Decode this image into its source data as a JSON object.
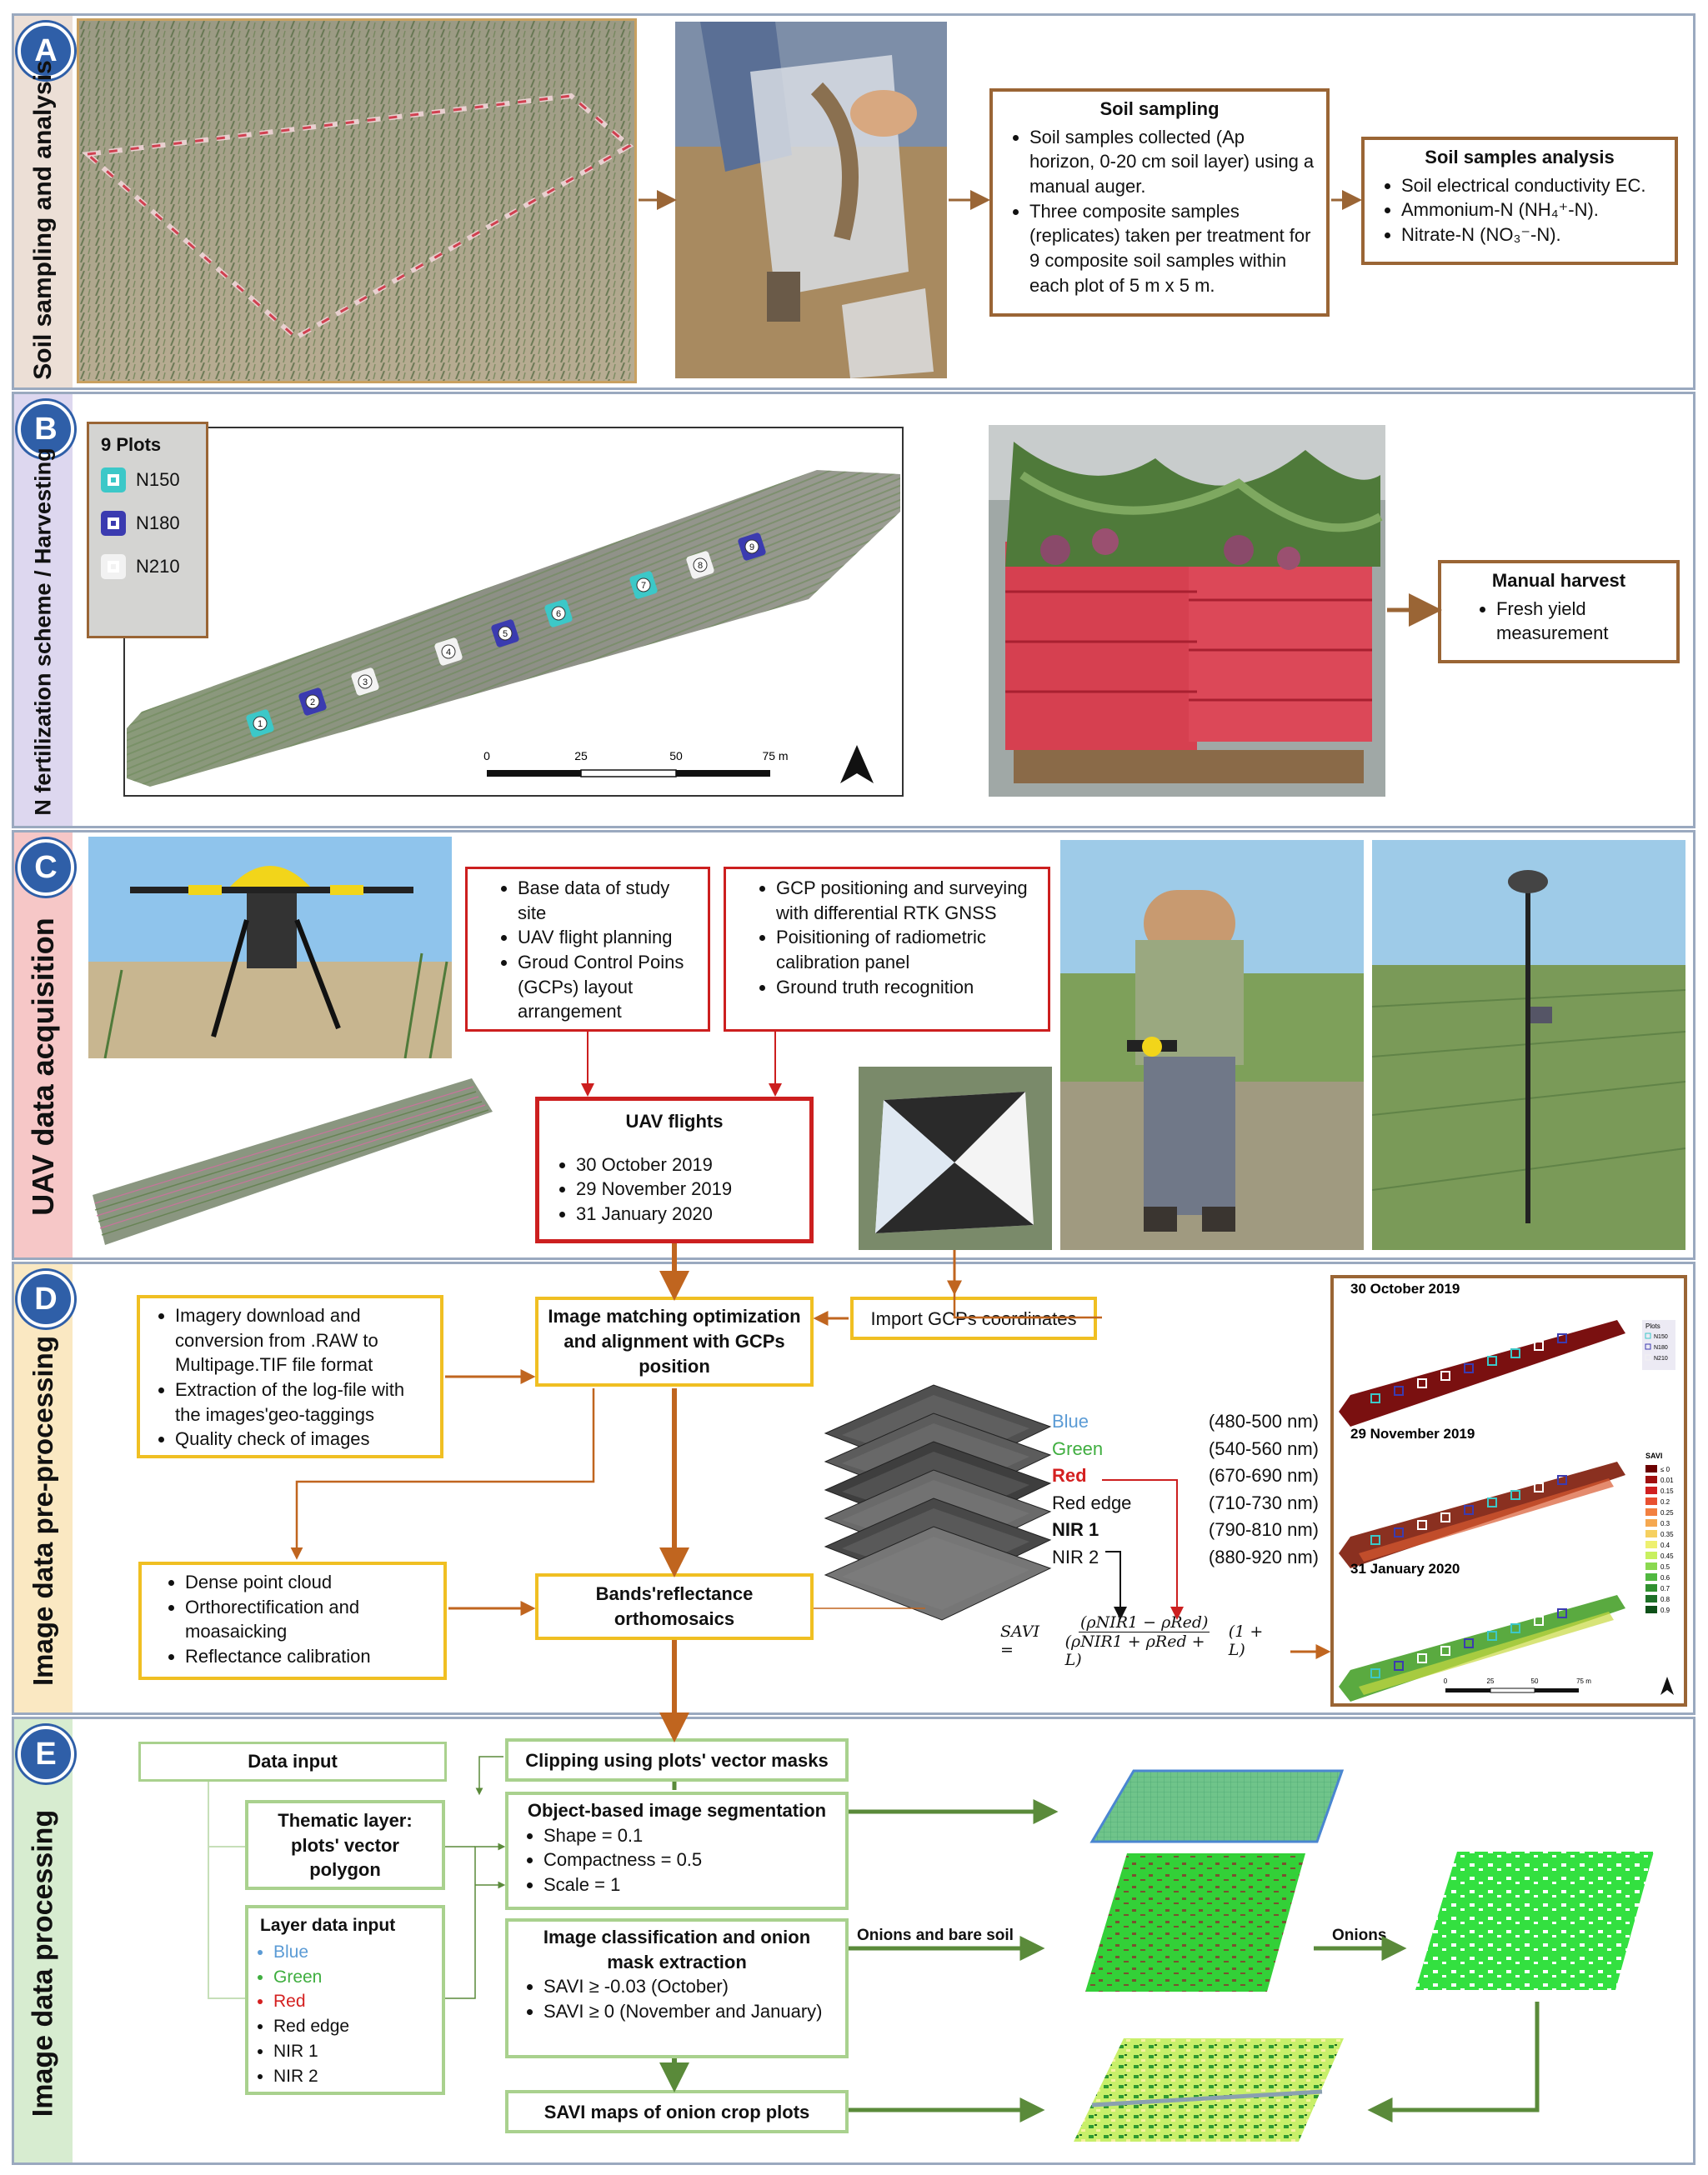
{
  "sections": {
    "A": {
      "letter": "A",
      "label": "Soil sampling and analysis",
      "color": "#ecdfd6"
    },
    "B": {
      "letter": "B",
      "label": "N fertilization scheme / Harvesting",
      "color": "#ddd7ef"
    },
    "C": {
      "letter": "C",
      "label": "UAV data acquisition",
      "color": "#f6c7c7"
    },
    "D": {
      "letter": "D",
      "label": "Image data pre-processing",
      "color": "#fae8c2"
    },
    "E": {
      "letter": "E",
      "label": "Image data processing",
      "color": "#d7ecd0"
    }
  },
  "soil_sampling": {
    "title": "Soil sampling",
    "items": [
      "Soil samples collected (Ap horizon, 0-20 cm soil layer) using a manual auger.",
      "Three composite samples (replicates) taken per treatment for 9 composite soil samples within each plot of 5 m x 5 m."
    ]
  },
  "soil_analysis": {
    "title": "Soil samples analysis",
    "items": [
      "Soil electrical conductivity EC.",
      "Ammonium-N (NH₄⁺-N).",
      "Nitrate-N (NO₃⁻-N)."
    ]
  },
  "plots_legend": {
    "title": "9  Plots",
    "items": [
      {
        "label": "N150",
        "color": "#3cc8c8"
      },
      {
        "label": "N180",
        "color": "#3b3bb0"
      },
      {
        "label": "N210",
        "color": "#f2f2f2"
      }
    ]
  },
  "scale_bar": {
    "ticks": [
      "0",
      "25",
      "50",
      "75 m"
    ]
  },
  "plot_markers": [
    {
      "n": "1",
      "cls": "N150"
    },
    {
      "n": "2",
      "cls": "N180"
    },
    {
      "n": "3",
      "cls": "N210"
    },
    {
      "n": "4",
      "cls": "N210"
    },
    {
      "n": "5",
      "cls": "N180"
    },
    {
      "n": "6",
      "cls": "N150"
    },
    {
      "n": "7",
      "cls": "N150"
    },
    {
      "n": "8",
      "cls": "N210"
    },
    {
      "n": "9",
      "cls": "N180"
    }
  ],
  "manual_harvest": {
    "title": "Manual harvest",
    "items": [
      "Fresh yield measurement"
    ]
  },
  "planning": {
    "items": [
      "Base data of study site",
      "UAV flight planning",
      "Groud Control Poins (GCPs) layout arrangement"
    ]
  },
  "gcp": {
    "items": [
      "GCP positioning and surveying with differential RTK GNSS",
      "Poisitioning of radiometric calibration panel",
      "Ground truth recognition"
    ]
  },
  "uav_flights": {
    "title": "UAV flights",
    "items": [
      "30 October 2019",
      "29 November 2019",
      "31 January 2020"
    ]
  },
  "imagery_download": {
    "items": [
      "Imagery download and conversion from .RAW to Multipage.TIF file format",
      "Extraction of the log-file with the images'geo-taggings",
      "Quality check of images"
    ]
  },
  "image_matching": {
    "title": "Image matching optimization and alignment with GCPs position"
  },
  "import_gcps": {
    "title": "Import GCPs coordinates"
  },
  "dense_cloud": {
    "items": [
      "Dense point cloud",
      "Orthorectification and moasaicking",
      "Reflectance calibration"
    ]
  },
  "bands_orthomosaics": {
    "title": "Bands'reflectance orthomosaics"
  },
  "bands": [
    {
      "name": "Blue",
      "range": "(480-500 nm)"
    },
    {
      "name": "Green",
      "range": "(540-560 nm)"
    },
    {
      "name": "Red",
      "range": "(670-690 nm)"
    },
    {
      "name": "Red edge",
      "range": "(710-730 nm)"
    },
    {
      "name": "NIR 1",
      "range": "(790-810 nm)"
    },
    {
      "name": "NIR 2",
      "range": "(880-920 nm)"
    }
  ],
  "savi_formula": {
    "lhs": "SAVI =",
    "numerator": "(ρNIR1 −  ρRed)",
    "denominator": "(ρNIR1 + ρRed + L)",
    "factor": "(1 + L)"
  },
  "savi_maps": {
    "dates": [
      "30 October 2019",
      "29 November 2019",
      "31 January 2020"
    ],
    "plots_legend": {
      "title": "Plots",
      "items": [
        "N150",
        "N180",
        "N210"
      ]
    },
    "savi_legend": {
      "title": "SAVI",
      "labels": [
        "≤ 0",
        "0.01",
        "0.15",
        "0.2",
        "0.25",
        "0.3",
        "0.35",
        "0.4",
        "0.45",
        "0.5",
        "0.6",
        "0.7",
        "0.8",
        "0.9"
      ],
      "colors": [
        "#6b0000",
        "#a01010",
        "#d02020",
        "#e85030",
        "#f28040",
        "#f5a850",
        "#f6d060",
        "#eef070",
        "#c8f060",
        "#8ad850",
        "#50b840",
        "#309030",
        "#1e7028",
        "#0e5018"
      ]
    },
    "scale_ticks": [
      "0",
      "25",
      "50",
      "75 m"
    ]
  },
  "data_input": {
    "title": "Data input"
  },
  "thematic_layer": {
    "title": "Thematic layer: plots' vector polygon"
  },
  "layer_data": {
    "title": "Layer data input",
    "items": [
      {
        "label": "Blue",
        "color": "#5b9bd5"
      },
      {
        "label": "Green",
        "color": "#3fae3f"
      },
      {
        "label": "Red",
        "color": "#d42020"
      },
      {
        "label": "Red edge",
        "color": "#111111"
      },
      {
        "label": "NIR 1",
        "color": "#111111"
      },
      {
        "label": "NIR 2",
        "color": "#111111"
      }
    ]
  },
  "clipping": {
    "title": "Clipping using plots' vector masks"
  },
  "segmentation": {
    "title": "Object-based image segmentation",
    "items": [
      "Shape = 0.1",
      "Compactness = 0.5",
      "Scale = 1"
    ]
  },
  "classification": {
    "title": "Image classification and onion mask extraction",
    "items": [
      "SAVI ≥  -0.03 (October)",
      "SAVI ≥   0 (November and January)"
    ]
  },
  "savi_maps_box": {
    "title": "SAVI maps of onion crop plots"
  },
  "arrow_labels": {
    "onions_bare": "Onions and bare soil",
    "onions": "Onions"
  }
}
